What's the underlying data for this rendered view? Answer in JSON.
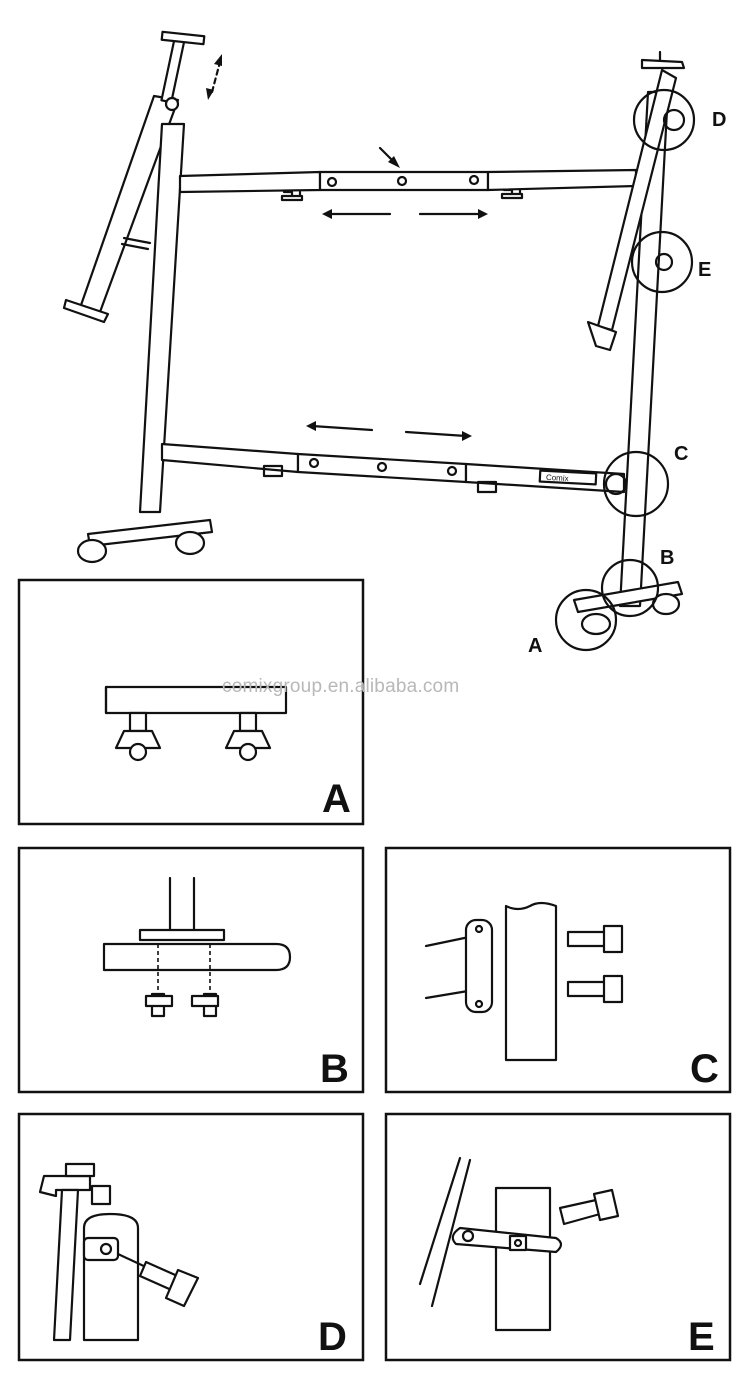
{
  "callouts": {
    "A": "A",
    "B": "B",
    "C": "C",
    "D": "D",
    "E": "E"
  },
  "panels": {
    "A": {
      "letter": "A"
    },
    "B": {
      "letter": "B"
    },
    "C": {
      "letter": "C"
    },
    "D": {
      "letter": "D"
    },
    "E": {
      "letter": "E"
    }
  },
  "brand_label": "Comix",
  "watermark": "comixgroup.en.alibaba.com",
  "colors": {
    "line": "#111111",
    "background": "#ffffff",
    "watermark": "#b8b8b8"
  }
}
